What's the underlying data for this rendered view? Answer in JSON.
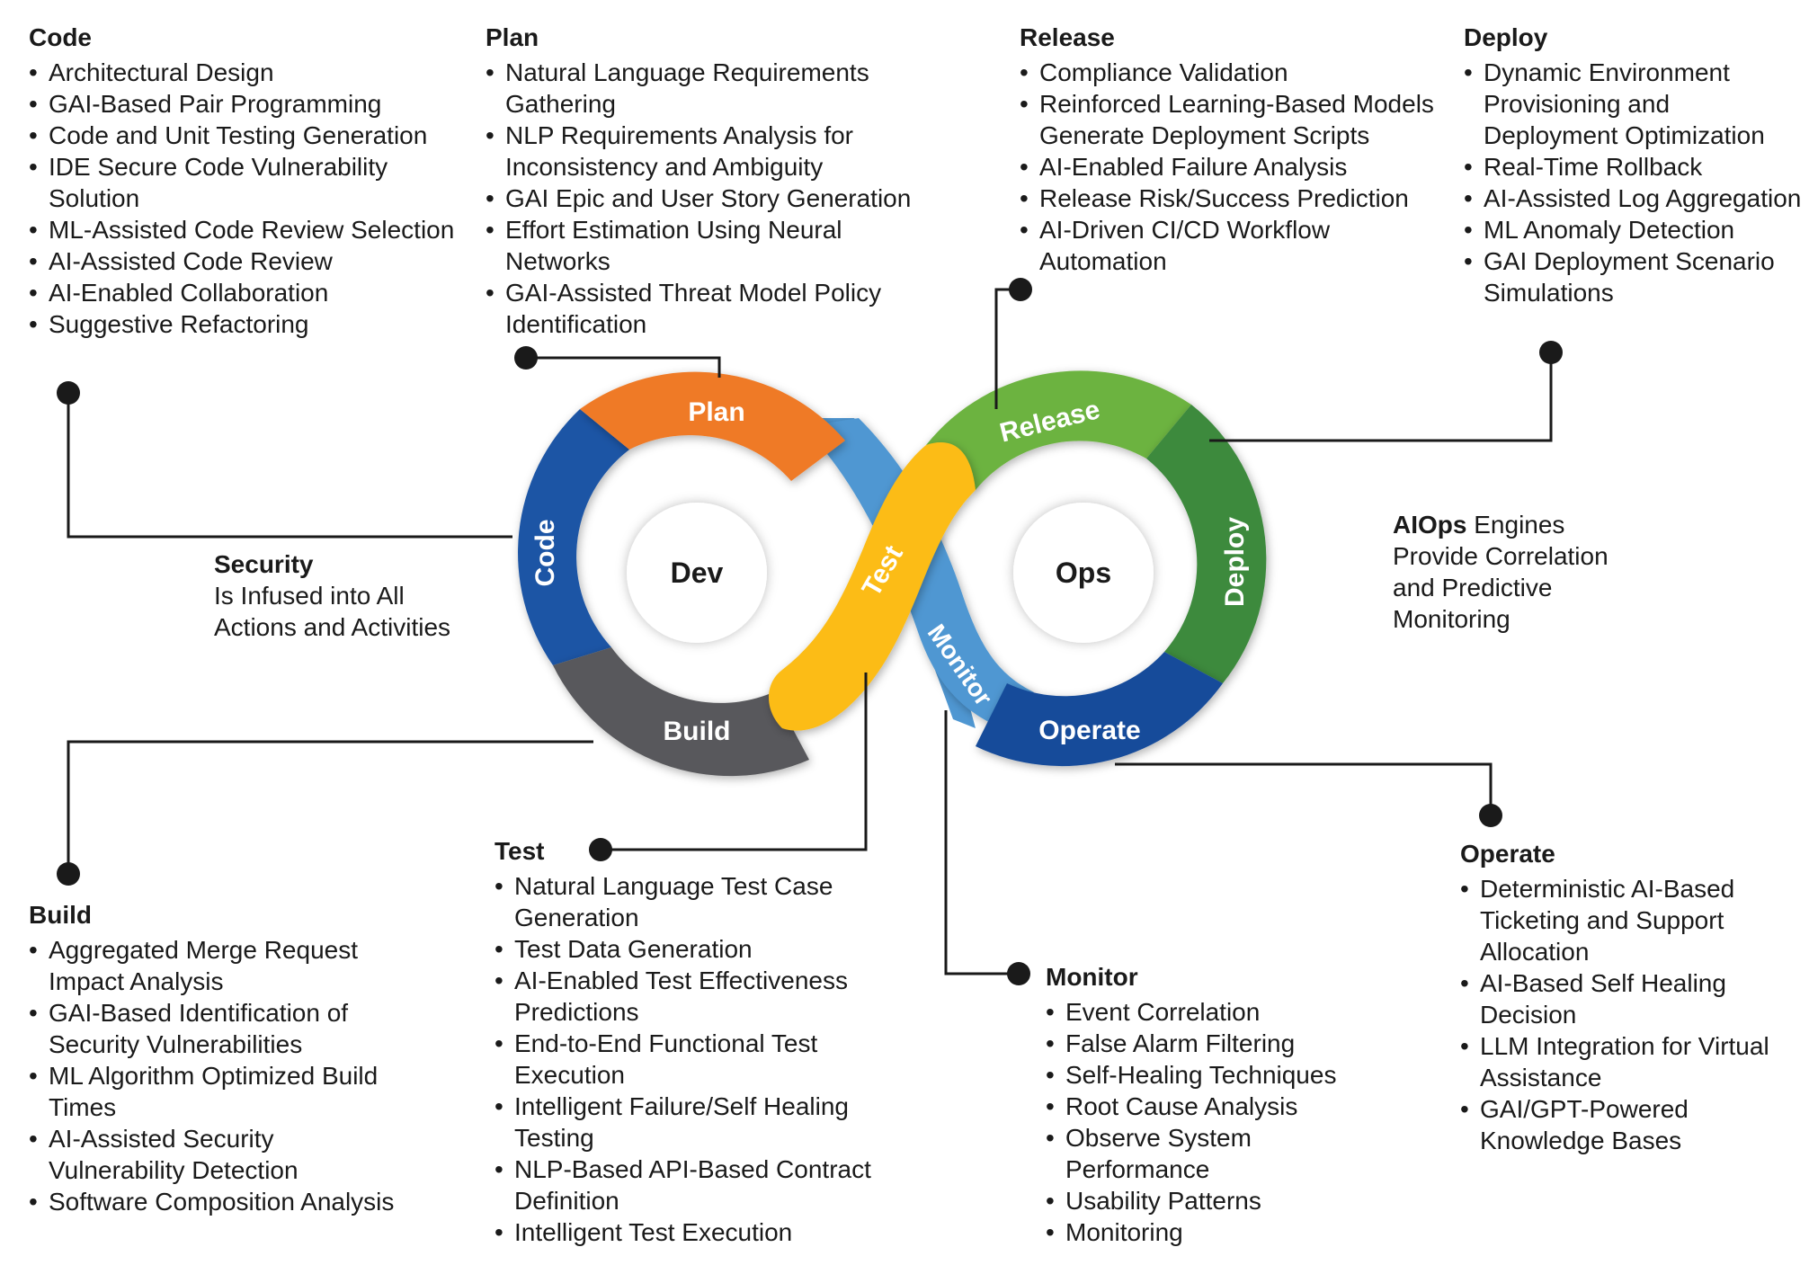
{
  "blocks": {
    "code": {
      "title": "Code",
      "items": [
        "Architectural Design",
        "GAI-Based Pair Programming",
        "Code and Unit Testing Generation",
        "IDE Secure Code Vulnerability Solution",
        "ML-Assisted Code Review Selection",
        "AI-Assisted Code Review",
        "AI-Enabled Collaboration",
        "Suggestive Refactoring"
      ]
    },
    "plan": {
      "title": "Plan",
      "items": [
        "Natural Language Requirements Gathering",
        "NLP Requirements Analysis for Inconsistency and Ambiguity",
        "GAI Epic and User Story Generation",
        "Effort Estimation Using Neural Networks",
        "GAI-Assisted Threat Model Policy Identification"
      ]
    },
    "release": {
      "title": "Release",
      "items": [
        "Compliance Validation",
        "Reinforced Learning-Based Models Generate Deployment Scripts",
        "AI-Enabled Failure Analysis",
        "Release Risk/Success Prediction",
        "AI-Driven CI/CD Workflow Automation"
      ]
    },
    "deploy": {
      "title": "Deploy",
      "items": [
        "Dynamic Environment Provisioning and Deployment Optimization",
        "Real-Time Rollback",
        "AI-Assisted Log Aggregation",
        "ML Anomaly Detection",
        "GAI Deployment Scenario Simulations"
      ]
    },
    "build": {
      "title": "Build",
      "items": [
        "Aggregated Merge Request Impact Analysis",
        "GAI-Based Identification of Security Vulnerabilities",
        "ML Algorithm Optimized Build Times",
        "AI-Assisted Security Vulnerability Detection",
        "Software Composition Analysis"
      ]
    },
    "test": {
      "title": "Test",
      "items": [
        "Natural Language Test Case Generation",
        "Test Data Generation",
        "AI-Enabled Test Effectiveness Predictions",
        "End-to-End Functional Test Execution",
        "Intelligent Failure/Self Healing Testing",
        "NLP-Based API-Based Contract Definition",
        "Intelligent Test Execution"
      ]
    },
    "monitor": {
      "title": "Monitor",
      "items": [
        "Event Correlation",
        "False Alarm Filtering",
        "Self-Healing Techniques",
        "Root Cause Analysis",
        "Observe System Performance",
        "Usability Patterns",
        "Monitoring"
      ]
    },
    "operate": {
      "title": "Operate",
      "items": [
        "Deterministic AI-Based Ticketing and Support Allocation",
        "AI-Based Self Healing Decision",
        "LLM Integration for Virtual Assistance",
        "GAI/GPT-Powered Knowledge Bases"
      ]
    }
  },
  "security_note": {
    "title": "Security",
    "line1": "Is Infused into All",
    "line2": "Actions and Activities"
  },
  "aiops_note": {
    "bold": "AIOps",
    "line1_rest": " Engines",
    "line2": "Provide Correlation",
    "line3": "and Predictive",
    "line4": "Monitoring"
  },
  "loop": {
    "dev": "Dev",
    "ops": "Ops",
    "segments": {
      "plan": "Plan",
      "code": "Code",
      "build": "Build",
      "test": "Test",
      "release": "Release",
      "deploy": "Deploy",
      "operate": "Operate",
      "monitor": "Monitor"
    },
    "colors": {
      "plan": "#ef7a26",
      "code": "#1d55a5",
      "build": "#58595b",
      "test": "#fcbc19",
      "release": "#6cb33f",
      "deploy": "#3e8a3e",
      "operate": "#164b9a",
      "monitor": "#4f97d2",
      "connector": "#1a1a1a"
    }
  }
}
